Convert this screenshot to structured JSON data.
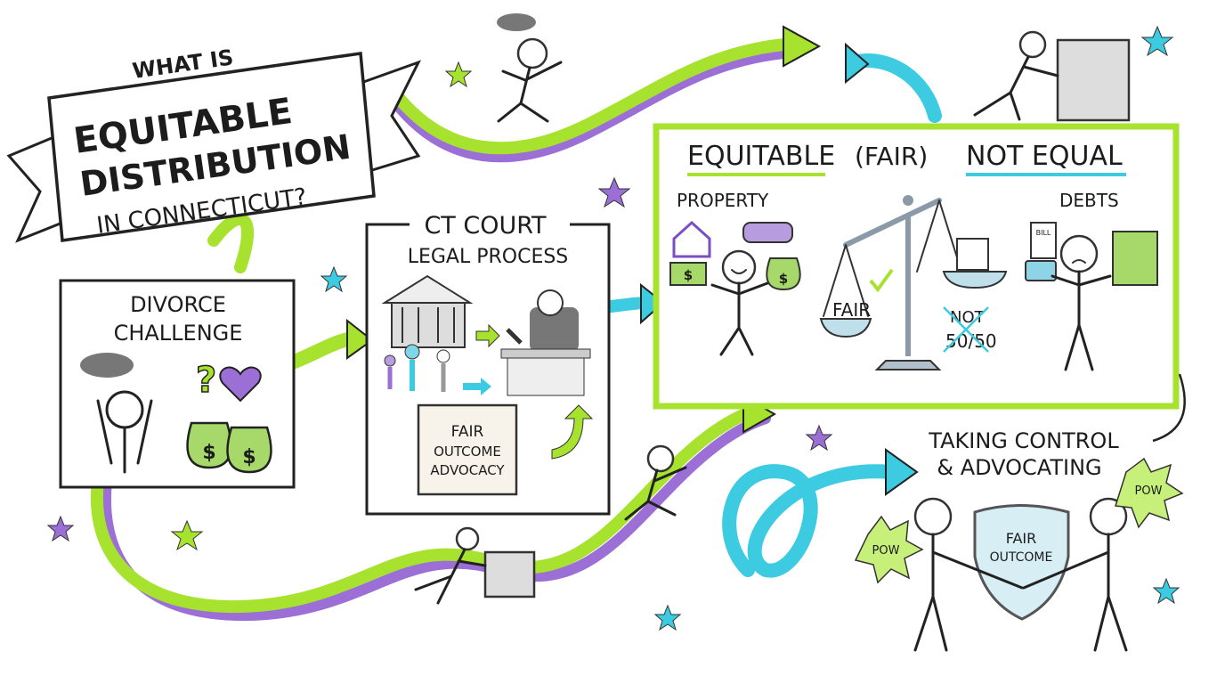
{
  "title_banner": {
    "line1": "WHAT IS",
    "line2": "EQUITABLE",
    "line3": "DISTRIBUTION",
    "line4": "IN CONNECTICUT?"
  },
  "divorce_panel": {
    "line1": "DIVORCE",
    "line2": "CHALLENGE",
    "money_symbol": "$",
    "question_mark": "?"
  },
  "court_panel": {
    "line1": "CT COURT",
    "line2": "LEGAL PROCESS",
    "scroll": {
      "line1": "FAIR",
      "line2": "OUTCOME",
      "line3": "ADVOCACY"
    }
  },
  "equitable_panel": {
    "heading_part1": "EQUITABLE",
    "heading_part2": "(FAIR)",
    "heading_part3": "NOT EQUAL",
    "property_label": "PROPERTY",
    "debts_label": "DEBTS",
    "scale_fair_label": "FAIR",
    "scale_not_label": "NOT",
    "scale_ratio_label": "50/50",
    "bill_label": "BILL",
    "money_symbol": "$"
  },
  "control_panel": {
    "line1": "TAKING CONTROL",
    "line2": "& ADVOCATING",
    "shield_line1": "FAIR",
    "shield_line2": "OUTCOME",
    "pow_left": "POW",
    "pow_right": "POW"
  },
  "colors": {
    "lime": "#a6e22e",
    "purple": "#9b6fd6",
    "cyan": "#3ccbe0",
    "ink": "#1c1c1c"
  }
}
